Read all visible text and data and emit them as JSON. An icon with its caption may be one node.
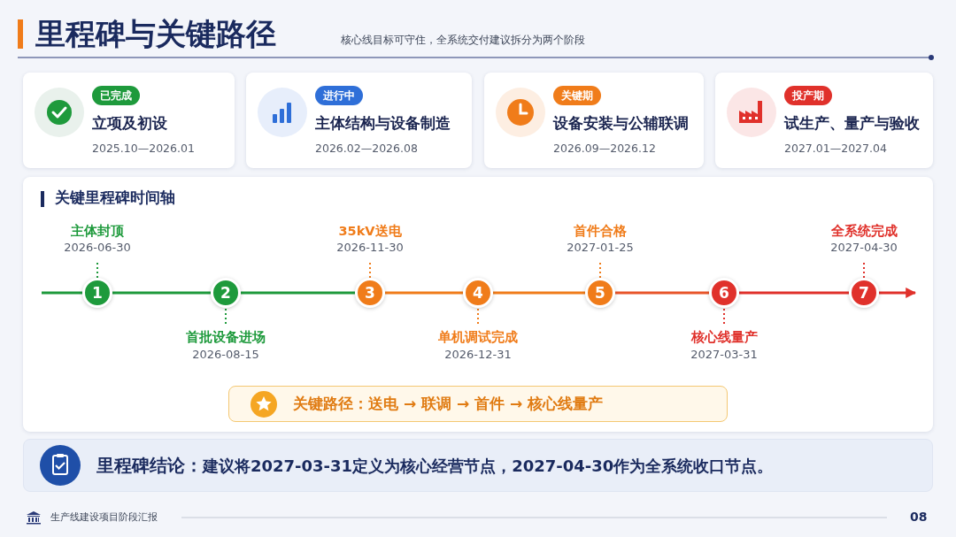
{
  "diagram": {
    "title": "里程碑与关键路径",
    "nodes": [
      {
        "text": [
          "已完成",
          "立项及初设",
          "2025.10—2026.01"
        ]
      },
      {
        "text": [
          "进行中",
          "主体结构与设备制造",
          "2026.02—2026.08"
        ]
      },
      {
        "text": [
          "关键期",
          "设备安装与公辅联调",
          "2026.09—2026.12"
        ]
      },
      {
        "text": [
          "投产期",
          "试生产、量产与验收",
          "2027.01—2027.04"
        ]
      },
      {
        "text": [
          "关键里程碑时间轴"
        ]
      },
      {
        "text": [
          "1"
        ],
        "in": 4,
        "beside": [
          "主体封顶",
          "2026-06-30"
        ]
      },
      {
        "text": [
          "2"
        ],
        "in": 4,
        "beside": [
          "首批设备进场",
          "2026-08-15"
        ]
      },
      {
        "text": [
          "3"
        ],
        "in": 4,
        "beside": [
          "35kV送电",
          "2026-11-30"
        ]
      },
      {
        "text": [
          "4"
        ],
        "in": 4,
        "beside": [
          "单机调试完成",
          "2026-12-31"
        ]
      },
      {
        "text": [
          "5"
        ],
        "in": 4,
        "beside": [
          "首件合格",
          "2027-01-25"
        ]
      },
      {
        "text": [
          "6"
        ],
        "in": 4,
        "beside": [
          "核心线量产",
          "2027-03-31"
        ]
      },
      {
        "text": [
          "7"
        ],
        "in": 4,
        "beside": [
          "全系统完成",
          "2027-04-30"
        ]
      },
      {
        "text": [
          "关键路径：送电 → 联调 → 首件 → 核心线量产"
        ],
        "in": 4
      },
      {
        "text": [
          "里程碑结论：",
          "建议将2027-03-31定义为核心经营节点，2027-04-30作为全系统收口节点。"
        ]
      }
    ],
    "edges": [
      {
        "from": 5,
        "to": 6,
        "arrow": "none",
        "color": "#1e9a3c"
      },
      {
        "from": 6,
        "to": 7,
        "arrow": "none",
        "color": "#1e9a3c"
      },
      {
        "from": 7,
        "to": 8,
        "arrow": "none",
        "color": "#f07c1a"
      },
      {
        "from": 8,
        "to": 9,
        "arrow": "none",
        "color": "#f07c1a"
      },
      {
        "from": 9,
        "to": 10,
        "arrow": "none",
        "color": "#e8552a"
      },
      {
        "from": 10,
        "to": 11,
        "arrow": "none",
        "color": "#e0312b"
      },
      {
        "from": 11,
        "to": null,
        "arrow": "to",
        "color": "#e0312b"
      }
    ],
    "labels": [
      "核心线目标可守住，全系统交付建议拆分为两个阶段",
      "生产线建设项目阶段汇报",
      "08"
    ]
  }
}
